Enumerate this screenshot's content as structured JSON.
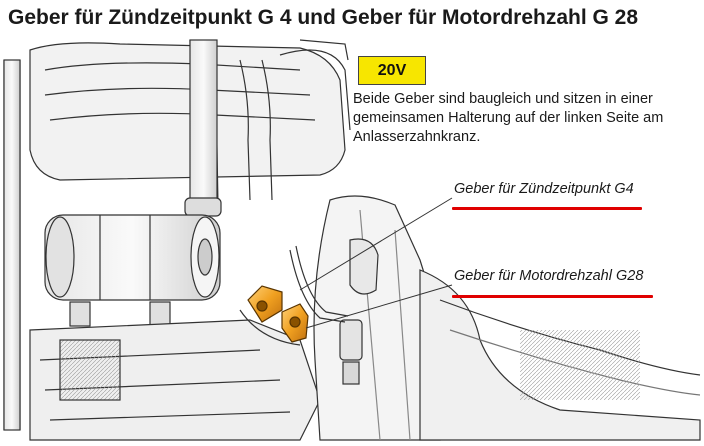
{
  "title": "Geber für Zündzeitpunkt G 4 und Geber für Motordrehzahl G 28",
  "badge": "20V",
  "description": "Beide Geber sind baugleich und sitzen in einer gemeinsamen Halterung auf der linken Seite am Anlasserzahnkranz.",
  "callouts": {
    "g4": "Geber für Zündzeitpunkt G4",
    "g28": "Geber für Motordrehzahl G28"
  },
  "colors": {
    "badge": "#f7e600",
    "underline": "#e00000",
    "sensor": "#f0a020"
  }
}
